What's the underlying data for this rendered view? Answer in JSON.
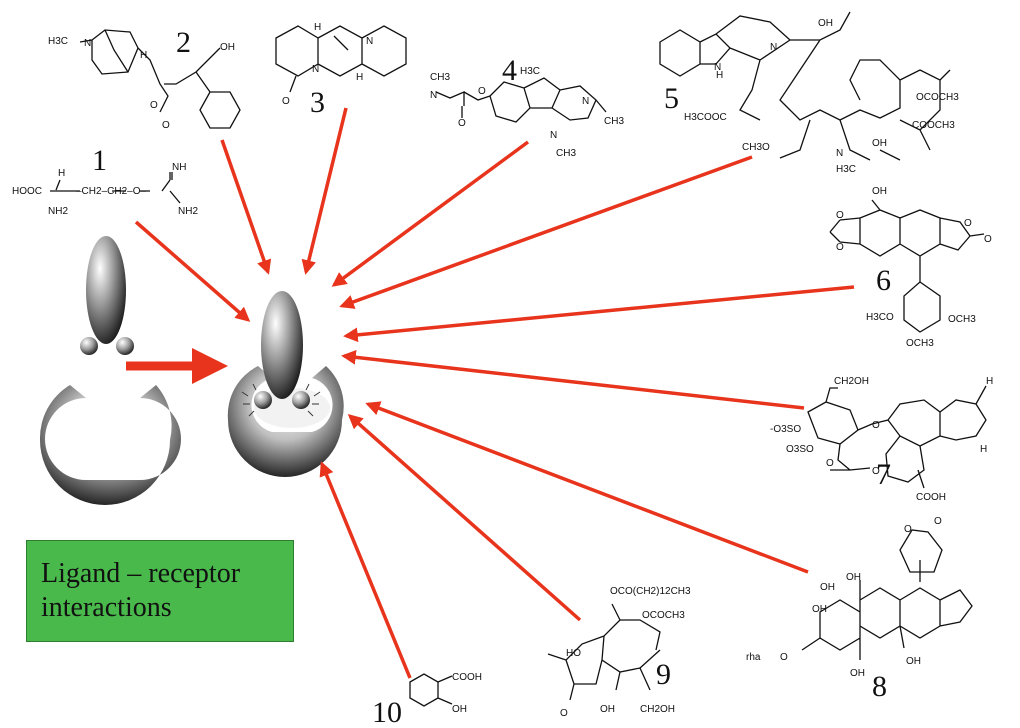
{
  "legend": {
    "line1": "Ligand – receptor",
    "line2": "interactions"
  },
  "colors": {
    "arrow": "#e8341c",
    "legend_bg": "#49b94b"
  },
  "compounds": [
    {
      "number": "1",
      "labels": [
        "H",
        "HOOC",
        "NH2",
        "NH",
        "NH2"
      ]
    },
    {
      "number": "2",
      "labels": [
        "H3C",
        "N",
        "H",
        "OH",
        "O",
        "O"
      ]
    },
    {
      "number": "3",
      "labels": [
        "H",
        "N",
        "N",
        "H",
        "O"
      ]
    },
    {
      "number": "4",
      "labels": [
        "CH3",
        "N",
        "O",
        "O",
        "H3C",
        "N",
        "CH3",
        "N",
        "CH3"
      ]
    },
    {
      "number": "5",
      "labels": [
        "OH",
        "N",
        "H",
        "N",
        "H3COOC",
        "CH3O",
        "OCOCH3",
        "COOCH3",
        "OH",
        "N",
        "H3C"
      ]
    },
    {
      "number": "6",
      "labels": [
        "OH",
        "O",
        "O",
        "O",
        "O",
        "H3CO",
        "OCH3",
        "OCH3"
      ]
    },
    {
      "number": "7",
      "labels": [
        "CH2OH",
        "-O3SO",
        "O3SO",
        "O",
        "O",
        "O",
        "COOH",
        "H",
        "H"
      ]
    },
    {
      "number": "8",
      "labels": [
        "O",
        "O",
        "OH",
        "OH",
        "OH",
        "OH",
        "rha",
        "O",
        "OH"
      ]
    },
    {
      "number": "9",
      "labels": [
        "OCO(CH2)12CH3",
        "OCOCH3",
        "HO",
        "O",
        "OH",
        "CH2OH"
      ]
    },
    {
      "number": "10",
      "labels": [
        "COOH",
        "OH"
      ]
    }
  ]
}
